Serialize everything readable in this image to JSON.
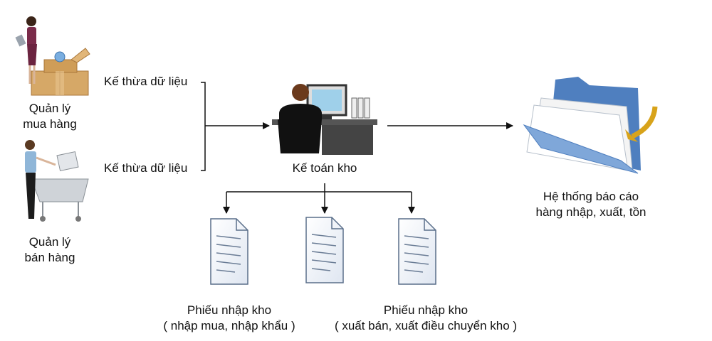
{
  "roles": {
    "purchasing": {
      "line1": "Quản lý",
      "line2": "mua hàng"
    },
    "sales": {
      "line1": "Quản lý",
      "line2": "bán hàng"
    },
    "accountant": "Kế toán kho"
  },
  "edges": {
    "inherit_top": "Kế thừa dữ liệu",
    "inherit_bottom": "Kế thừa dữ liệu"
  },
  "report": {
    "line1": "Hệ thống báo cáo",
    "line2": "hàng nhập, xuất, tồn"
  },
  "documents": {
    "receipt": {
      "line1": "Phiếu nhập kho",
      "line2": "( nhập mua, nhập khẩu )"
    },
    "issue": {
      "line1": "Phiếu nhập kho",
      "line2": "( xuất bán, xuất điều chuyển kho )"
    }
  },
  "colors": {
    "line": "#111111",
    "folder_blue": "#7fa7d9",
    "folder_dark": "#4f7fbf",
    "accent_arrow": "#d8a31a",
    "box": "#d6a867",
    "box_dark": "#a9763a",
    "suit": "#7a2b4a",
    "shirt": "#8fb6d8",
    "desk": "#3a3a3a"
  }
}
